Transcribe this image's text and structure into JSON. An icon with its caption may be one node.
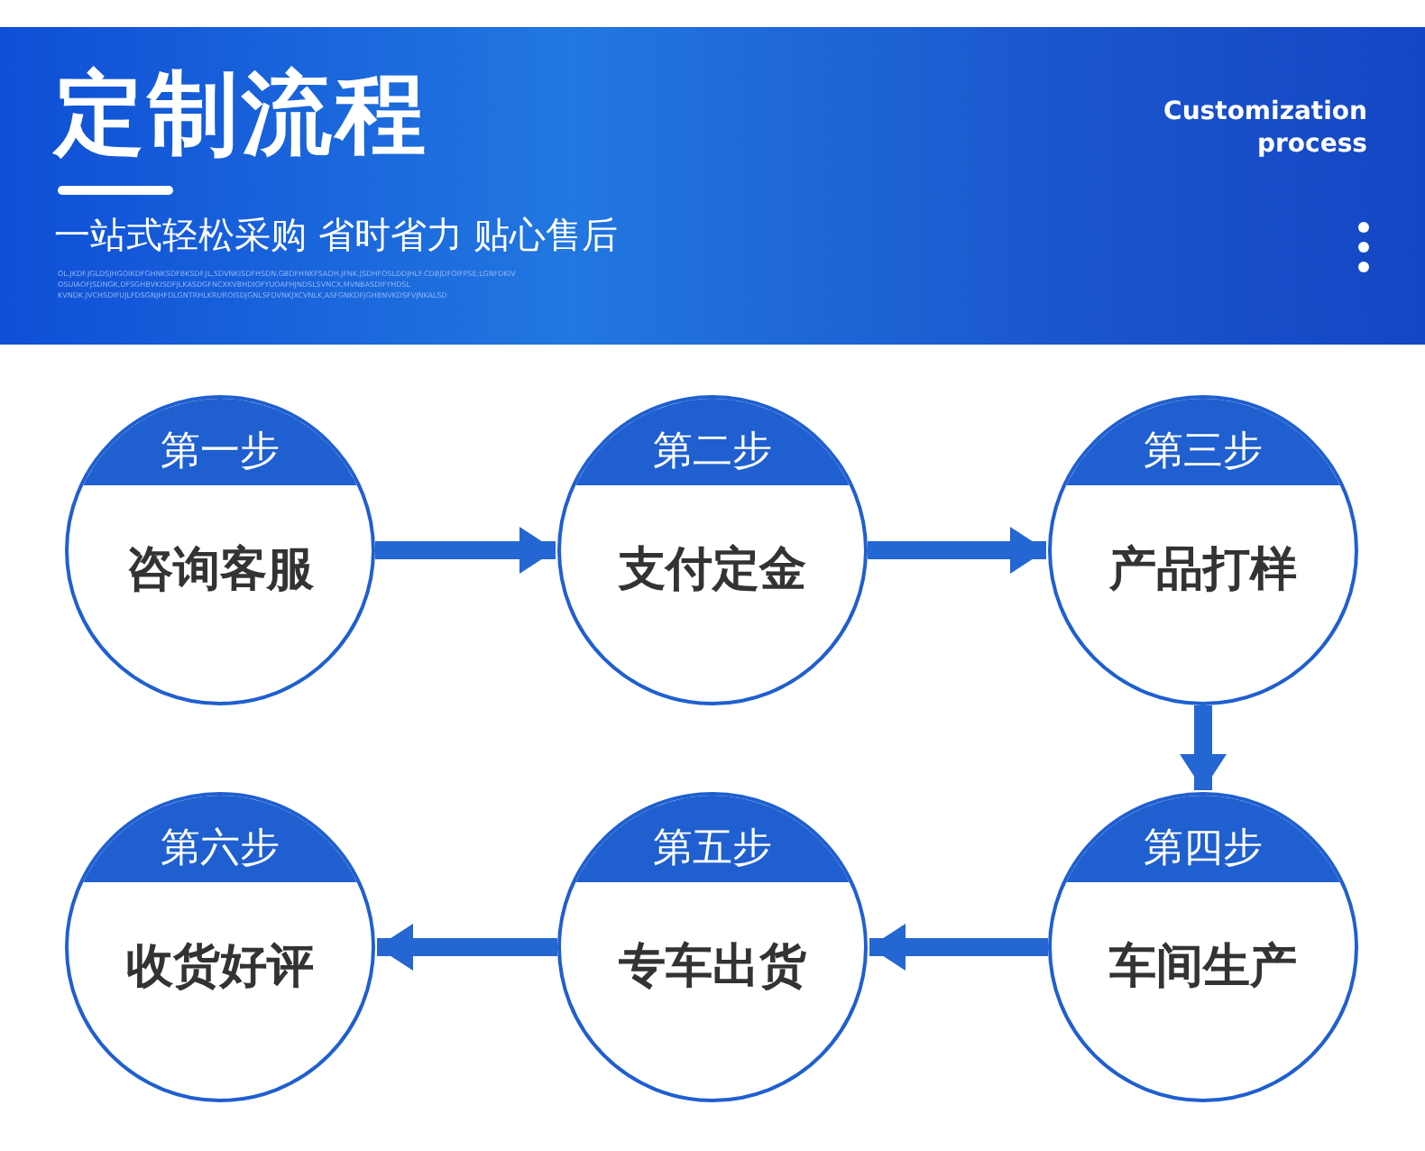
{
  "diagram": {
    "title": "定制流程",
    "nodes": [
      {
        "text": [
          "第一步",
          "咨询客服"
        ]
      },
      {
        "text": [
          "第二步",
          "支付定金"
        ]
      },
      {
        "text": [
          "第三步",
          "产品打样"
        ]
      },
      {
        "text": [
          "第四步",
          "车间生产"
        ]
      },
      {
        "text": [
          "第五步",
          "专车出货"
        ]
      },
      {
        "text": [
          "第六步",
          "收货好评"
        ]
      }
    ],
    "edges": [
      {
        "from": 0,
        "to": 1,
        "arrow": "to"
      },
      {
        "from": 1,
        "to": 2,
        "arrow": "to"
      },
      {
        "from": 2,
        "to": 3,
        "arrow": "to"
      },
      {
        "from": 3,
        "to": 4,
        "arrow": "to"
      },
      {
        "from": 4,
        "to": 5,
        "arrow": "to"
      }
    ],
    "labels": [
      "Customization process",
      "一站式轻松采购 省时省力 贴心售后",
      "OL.JKDF.JGLDSJHGOIKDFGHNKSDFBKSDF.JL,SDVNKISDFHSDN,GBDFHNKFSADH.JFNK.JSDHFOSLDDJHLF.CDBJDFOIFPSE;LGNFDKIV",
      "OSUIAOFJSDNGK,DFSGHBVKISDFJLKASDGFNCXKVBHDIOFYUOAFHJNDSLSVNCX,MVNBASDIFYHDSL",
      "KVNDK.JVCHSDIFUJLFDSGNJHFDLGNTRHLKRUROISDJGNLSFDVNKJXCVNLK,ASFGNKDFJGHBNVKDSFVJNKALSD"
    ]
  }
}
